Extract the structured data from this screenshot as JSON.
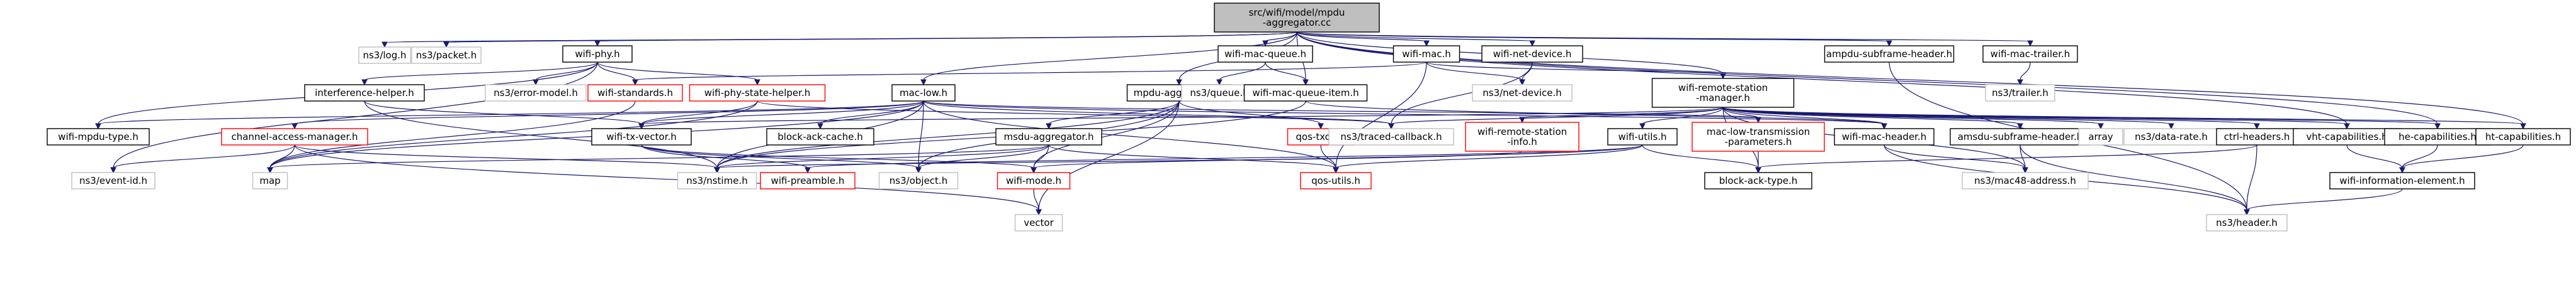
{
  "colors": {
    "edge": "#191970",
    "root_fill": "#bfbfbf",
    "node_border": "#000000",
    "red_border": "#ff0000",
    "external_border": "#bfbfbf"
  },
  "nodes": [
    {
      "id": "root",
      "label": "src/wifi/model/mpdu\n-aggregator.cc",
      "style": "root"
    },
    {
      "id": "log",
      "label": "ns3/log.h",
      "style": "ext"
    },
    {
      "id": "packet",
      "label": "ns3/packet.h",
      "style": "ext"
    },
    {
      "id": "wifiphy",
      "label": "wifi-phy.h",
      "style": "normal"
    },
    {
      "id": "wifimacqueue",
      "label": "wifi-mac-queue.h",
      "style": "normal"
    },
    {
      "id": "wifimac",
      "label": "wifi-mac.h",
      "style": "normal"
    },
    {
      "id": "wifinetdevice",
      "label": "wifi-net-device.h",
      "style": "normal"
    },
    {
      "id": "ampdusub",
      "label": "ampdu-subframe-header.h",
      "style": "normal"
    },
    {
      "id": "wifimactrailer",
      "label": "wifi-mac-trailer.h",
      "style": "normal"
    },
    {
      "id": "interference",
      "label": "interference-helper.h",
      "style": "normal"
    },
    {
      "id": "errormodel",
      "label": "ns3/error-model.h",
      "style": "ext"
    },
    {
      "id": "wifistandards",
      "label": "wifi-standards.h",
      "style": "red"
    },
    {
      "id": "phystatehelper",
      "label": "wifi-phy-state-helper.h",
      "style": "red"
    },
    {
      "id": "maclow",
      "label": "mac-low.h",
      "style": "normal"
    },
    {
      "id": "mpduagg",
      "label": "mpdu-aggregator.h",
      "style": "normal"
    },
    {
      "id": "queue",
      "label": "ns3/queue.h",
      "style": "ext"
    },
    {
      "id": "macqueueitem",
      "label": "wifi-mac-queue-item.h",
      "style": "normal"
    },
    {
      "id": "netdevice",
      "label": "ns3/net-device.h",
      "style": "ext"
    },
    {
      "id": "remotestation",
      "label": "wifi-remote-station\n-manager.h",
      "style": "normal"
    },
    {
      "id": "trailer",
      "label": "ns3/trailer.h",
      "style": "ext"
    },
    {
      "id": "mpdutype",
      "label": "wifi-mpdu-type.h",
      "style": "normal"
    },
    {
      "id": "cam",
      "label": "channel-access-manager.h",
      "style": "red"
    },
    {
      "id": "txvector",
      "label": "wifi-tx-vector.h",
      "style": "normal"
    },
    {
      "id": "bacache",
      "label": "block-ack-cache.h",
      "style": "normal"
    },
    {
      "id": "msduagg",
      "label": "msdu-aggregator.h",
      "style": "normal"
    },
    {
      "id": "qostxop",
      "label": "qos-txop.h",
      "style": "red"
    },
    {
      "id": "traced",
      "label": "ns3/traced-callback.h",
      "style": "ext"
    },
    {
      "id": "rsinfo",
      "label": "wifi-remote-station\n-info.h",
      "style": "red"
    },
    {
      "id": "wifiutils",
      "label": "wifi-utils.h",
      "style": "normal"
    },
    {
      "id": "mltp",
      "label": "mac-low-transmission\n-parameters.h",
      "style": "red"
    },
    {
      "id": "macheader",
      "label": "wifi-mac-header.h",
      "style": "normal"
    },
    {
      "id": "amsdusub",
      "label": "amsdu-subframe-header.h",
      "style": "normal"
    },
    {
      "id": "array",
      "label": "array",
      "style": "ext"
    },
    {
      "id": "datarate",
      "label": "ns3/data-rate.h",
      "style": "ext"
    },
    {
      "id": "ctrlheaders",
      "label": "ctrl-headers.h",
      "style": "normal"
    },
    {
      "id": "vhtcap",
      "label": "vht-capabilities.h",
      "style": "normal"
    },
    {
      "id": "hecap",
      "label": "he-capabilities.h",
      "style": "normal"
    },
    {
      "id": "htcap",
      "label": "ht-capabilities.h",
      "style": "normal"
    },
    {
      "id": "eventid",
      "label": "ns3/event-id.h",
      "style": "ext"
    },
    {
      "id": "map",
      "label": "map",
      "style": "ext"
    },
    {
      "id": "nstime",
      "label": "ns3/nstime.h",
      "style": "ext"
    },
    {
      "id": "preamble",
      "label": "wifi-preamble.h",
      "style": "red"
    },
    {
      "id": "object",
      "label": "ns3/object.h",
      "style": "ext"
    },
    {
      "id": "wifimode",
      "label": "wifi-mode.h",
      "style": "red"
    },
    {
      "id": "qosutils",
      "label": "qos-utils.h",
      "style": "red"
    },
    {
      "id": "batype",
      "label": "block-ack-type.h",
      "style": "normal"
    },
    {
      "id": "mac48",
      "label": "ns3/mac48-address.h",
      "style": "ext"
    },
    {
      "id": "infoelem",
      "label": "wifi-information-element.h",
      "style": "normal"
    },
    {
      "id": "vector",
      "label": "vector",
      "style": "ext"
    },
    {
      "id": "header",
      "label": "ns3/header.h",
      "style": "ext"
    }
  ],
  "edges": [
    [
      "root",
      "log"
    ],
    [
      "root",
      "packet"
    ],
    [
      "root",
      "wifiphy"
    ],
    [
      "root",
      "wifimacqueue"
    ],
    [
      "root",
      "wifimac"
    ],
    [
      "root",
      "wifinetdevice"
    ],
    [
      "root",
      "ampdusub"
    ],
    [
      "root",
      "wifimactrailer"
    ],
    [
      "root",
      "maclow"
    ],
    [
      "root",
      "mpduagg"
    ],
    [
      "root",
      "macqueueitem"
    ],
    [
      "root",
      "remotestation"
    ],
    [
      "root",
      "htcap"
    ],
    [
      "root",
      "vhtcap"
    ],
    [
      "root",
      "hecap"
    ],
    [
      "wifiphy",
      "eventid"
    ],
    [
      "wifiphy",
      "errormodel"
    ],
    [
      "wifiphy",
      "wifistandards"
    ],
    [
      "wifiphy",
      "phystatehelper"
    ],
    [
      "wifiphy",
      "interference"
    ],
    [
      "wifiphy",
      "mpdutype"
    ],
    [
      "wifimacqueue",
      "queue"
    ],
    [
      "wifimacqueue",
      "macqueueitem"
    ],
    [
      "wifimac",
      "wifistandards"
    ],
    [
      "wifimac",
      "netdevice"
    ],
    [
      "wifimac",
      "remotestation"
    ],
    [
      "wifimac",
      "qosutils"
    ],
    [
      "wifinetdevice",
      "netdevice"
    ],
    [
      "wifinetdevice",
      "traced"
    ],
    [
      "ampdusub",
      "header"
    ],
    [
      "wifimactrailer",
      "trailer"
    ],
    [
      "interference",
      "txvector"
    ],
    [
      "interference",
      "nstime"
    ],
    [
      "phystatehelper",
      "map"
    ],
    [
      "phystatehelper",
      "traced"
    ],
    [
      "phystatehelper",
      "txvector"
    ],
    [
      "wifistandards",
      "map"
    ],
    [
      "maclow",
      "mpdutype"
    ],
    [
      "maclow",
      "cam"
    ],
    [
      "maclow",
      "txvector"
    ],
    [
      "maclow",
      "bacache"
    ],
    [
      "maclow",
      "macheader"
    ],
    [
      "maclow",
      "mltp"
    ],
    [
      "maclow",
      "nstime"
    ],
    [
      "maclow",
      "object"
    ],
    [
      "maclow",
      "map"
    ],
    [
      "maclow",
      "traced"
    ],
    [
      "maclow",
      "qosutils"
    ],
    [
      "mpduagg",
      "msduagg"
    ],
    [
      "mpduagg",
      "qostxop"
    ],
    [
      "mpduagg",
      "wifimode"
    ],
    [
      "mpduagg",
      "object"
    ],
    [
      "mpduagg",
      "nstime"
    ],
    [
      "mpduagg",
      "vector"
    ],
    [
      "macqueueitem",
      "macheader"
    ],
    [
      "macqueueitem",
      "nstime"
    ],
    [
      "remotestation",
      "traced"
    ],
    [
      "remotestation",
      "rsinfo"
    ],
    [
      "remotestation",
      "wifiutils"
    ],
    [
      "remotestation",
      "mltp"
    ],
    [
      "remotestation",
      "macheader"
    ],
    [
      "remotestation",
      "amsdusub"
    ],
    [
      "remotestation",
      "array"
    ],
    [
      "remotestation",
      "datarate"
    ],
    [
      "remotestation",
      "ctrlheaders"
    ],
    [
      "remotestation",
      "vhtcap"
    ],
    [
      "remotestation",
      "hecap"
    ],
    [
      "remotestation",
      "htcap"
    ],
    [
      "remotestation",
      "mac48"
    ],
    [
      "remotestation",
      "txvector"
    ],
    [
      "remotestation",
      "batype"
    ],
    [
      "cam",
      "eventid"
    ],
    [
      "cam",
      "nstime"
    ],
    [
      "cam",
      "vector"
    ],
    [
      "cam",
      "map"
    ],
    [
      "txvector",
      "wifimode"
    ],
    [
      "txvector",
      "preamble"
    ],
    [
      "txvector",
      "object"
    ],
    [
      "msduagg",
      "map"
    ],
    [
      "msduagg",
      "nstime"
    ],
    [
      "msduagg",
      "object"
    ],
    [
      "msduagg",
      "qosutils"
    ],
    [
      "msduagg",
      "wifimode"
    ],
    [
      "qostxop",
      "qosutils"
    ],
    [
      "rsinfo",
      "nstime"
    ],
    [
      "wifiutils",
      "batype"
    ],
    [
      "wifiutils",
      "preamble"
    ],
    [
      "wifiutils",
      "wifimode"
    ],
    [
      "wifiutils",
      "qosutils"
    ],
    [
      "mltp",
      "batype"
    ],
    [
      "macheader",
      "mac48"
    ],
    [
      "macheader",
      "header"
    ],
    [
      "amsdusub",
      "mac48"
    ],
    [
      "amsdusub",
      "header"
    ],
    [
      "ctrlheaders",
      "batype"
    ],
    [
      "ctrlheaders",
      "header"
    ],
    [
      "vhtcap",
      "infoelem"
    ],
    [
      "hecap",
      "infoelem"
    ],
    [
      "htcap",
      "infoelem"
    ],
    [
      "infoelem",
      "header"
    ],
    [
      "wifimode",
      "vector"
    ]
  ]
}
